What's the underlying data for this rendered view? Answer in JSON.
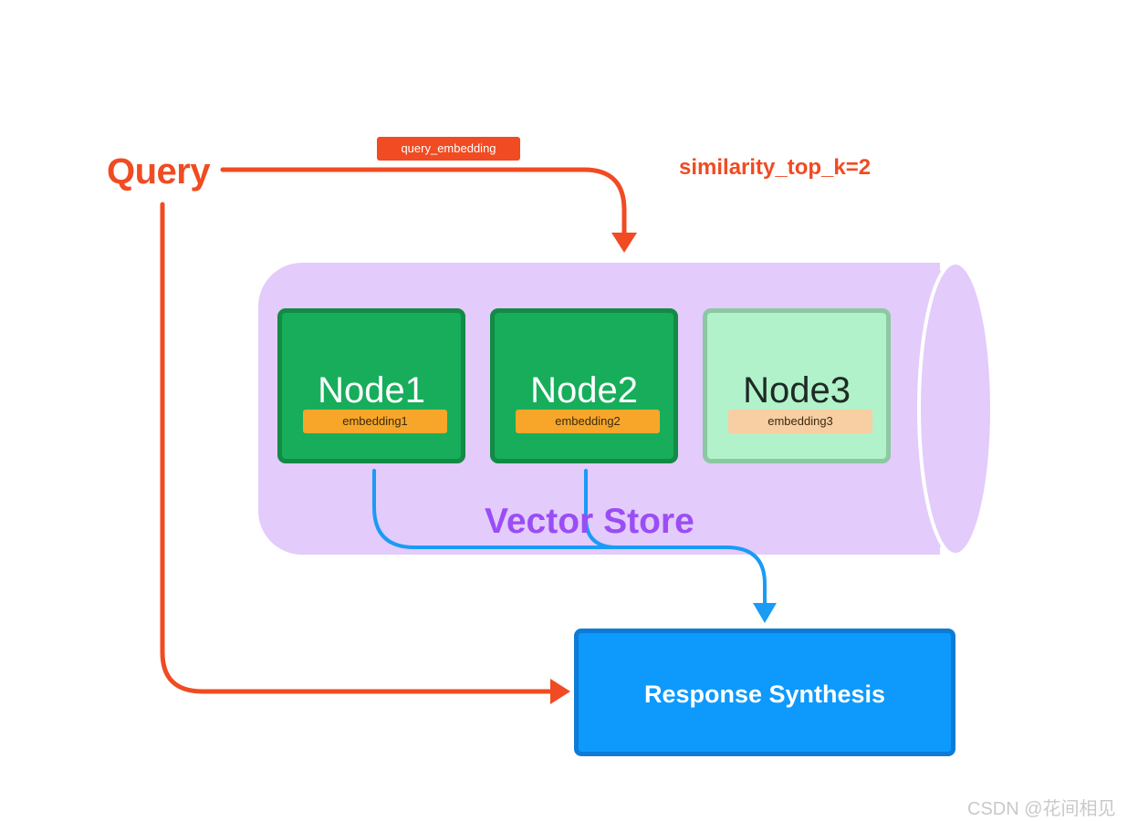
{
  "query": {
    "title": "Query",
    "embedding_label": "query_embedding"
  },
  "retrieval": {
    "top_k_label": "similarity_top_k=2"
  },
  "vector_store": {
    "label": "Vector Store",
    "nodes": [
      {
        "title": "Node1",
        "embedding": "embedding1",
        "retrieved": true
      },
      {
        "title": "Node2",
        "embedding": "embedding2",
        "retrieved": true
      },
      {
        "title": "Node3",
        "embedding": "embedding3",
        "retrieved": false
      }
    ]
  },
  "response": {
    "label": "Response Synthesis"
  },
  "watermark": "CSDN @花间相见",
  "colors": {
    "query_orange": "#F04B22",
    "store_purple": "#E3CBFB",
    "store_label_purple": "#9A4DF5",
    "node_retrieved_green": "#17AD5B",
    "node_other_green": "#B1F2CB",
    "embedding_orange": "#F8A629",
    "flow_blue": "#1A9BF5",
    "response_blue": "#0D9AFC"
  }
}
